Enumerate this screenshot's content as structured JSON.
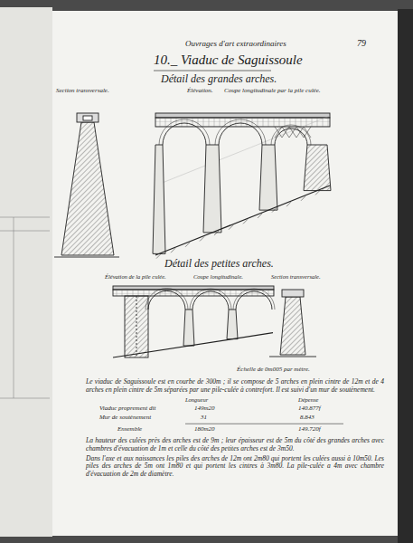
{
  "diagram": {
    "title": "10._ Viaduc de Saguissoule",
    "labels": [
      "Ouvrages d'art extraordinaires",
      "79",
      "Détail des grandes arches.",
      "Section transversale.",
      "Élévation.",
      "Coupe longitudinale par la pile culée.",
      "Détail des petites arches.",
      "Élévation de la pile culée.",
      "Coupe longitudinale.",
      "Section transversale.",
      "Échelle de 0m005 par mètre.",
      "Le viaduc de Saguissoule est en courbe de 300m ; il se compose de 5 arches en plein cintre de 12m et de 4 arches en plein cintre de 5m séparées par une pile-culée à contrefort. Il est suivi d'un mur de soutènement.",
      "Longueur",
      "Dépense",
      "Viaduc proprement dit",
      "149m20",
      "140.877f",
      "Mur de soutènement",
      "31",
      "8.843",
      "Ensemble",
      "180m20",
      "149.720f",
      "La hauteur des culées près des arches est de 9m ; leur épaisseur est de 5m du côté des grandes arches avec chambres d'évacuation de 1m et celle du côté des petites arches est de 3m50.",
      "Dans l'axe et aux naissances les piles des arches de 12m ont 2m80 qui portent les culées aussi à 10m50. Les piles des arches de 5m ont 1m80 et qui portent les cintres à 3m80. La pile-culée a 4m avec chambre d'évacuation de 2m de diamètre."
    ]
  }
}
